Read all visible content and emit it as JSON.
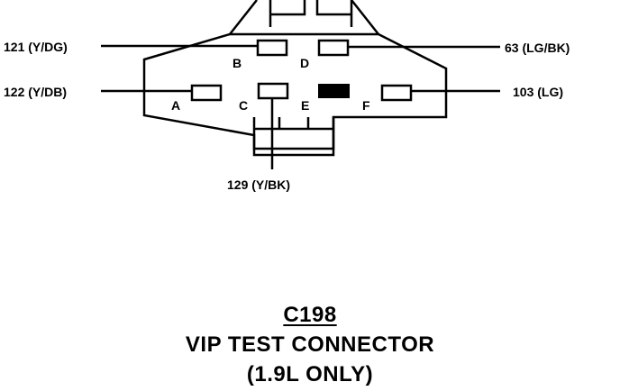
{
  "wires": {
    "top_left": "121 (Y/DG)",
    "top_right": "63 (LG/BK)",
    "mid_left": "122 (Y/DB)",
    "mid_right": "103 (LG)",
    "bottom": "129 (Y/BK)"
  },
  "pins": {
    "a": "A",
    "b": "B",
    "c": "C",
    "d": "D",
    "e": "E",
    "f": "F"
  },
  "caption": {
    "id": "C198",
    "name": "VIP TEST CONNECTOR",
    "note": "(1.9L ONLY)"
  }
}
